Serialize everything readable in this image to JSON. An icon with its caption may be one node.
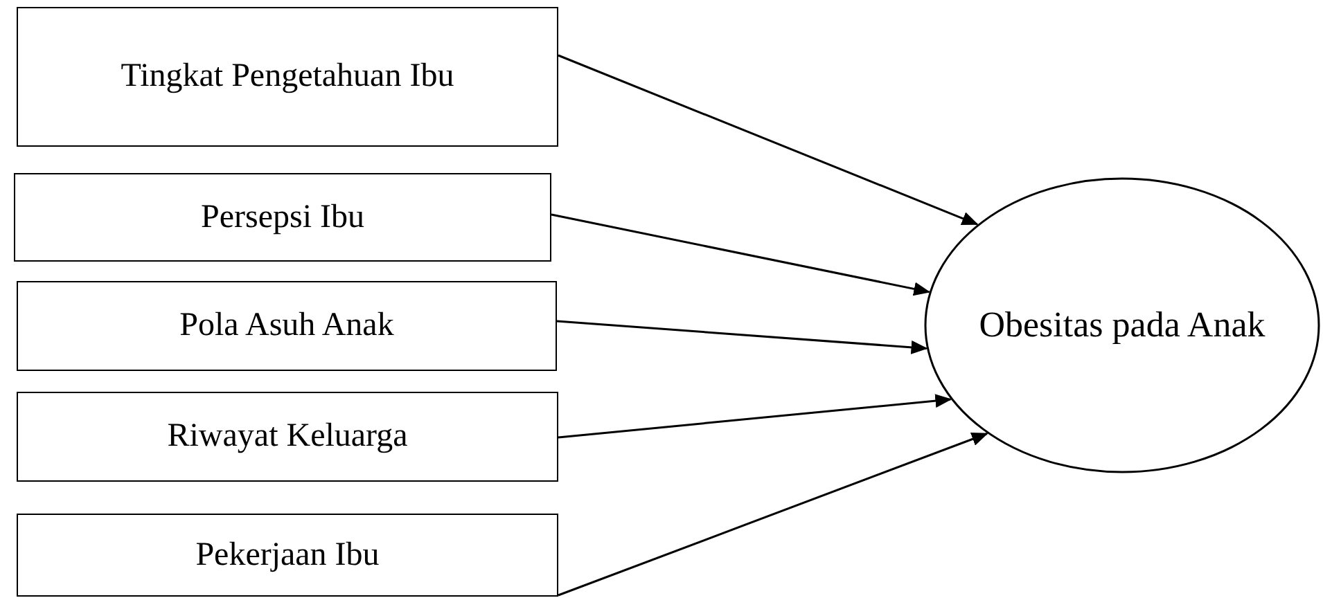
{
  "diagram": {
    "nodes": [
      {
        "text": [
          "Tingkat Pengetahuan Ibu"
        ]
      },
      {
        "text": [
          "Persepsi Ibu"
        ]
      },
      {
        "text": [
          "Pola Asuh Anak"
        ]
      },
      {
        "text": [
          "Riwayat Keluarga"
        ]
      },
      {
        "text": [
          "Pekerjaan Ibu"
        ]
      },
      {
        "text": [
          "Obesitas pada Anak"
        ]
      }
    ],
    "edges": [
      {
        "from": 0,
        "to": 5,
        "arrow": "to"
      },
      {
        "from": 1,
        "to": 5,
        "arrow": "to"
      },
      {
        "from": 2,
        "to": 5,
        "arrow": "to"
      },
      {
        "from": 3,
        "to": 5,
        "arrow": "to"
      },
      {
        "from": 4,
        "to": 5,
        "arrow": "to"
      }
    ]
  }
}
